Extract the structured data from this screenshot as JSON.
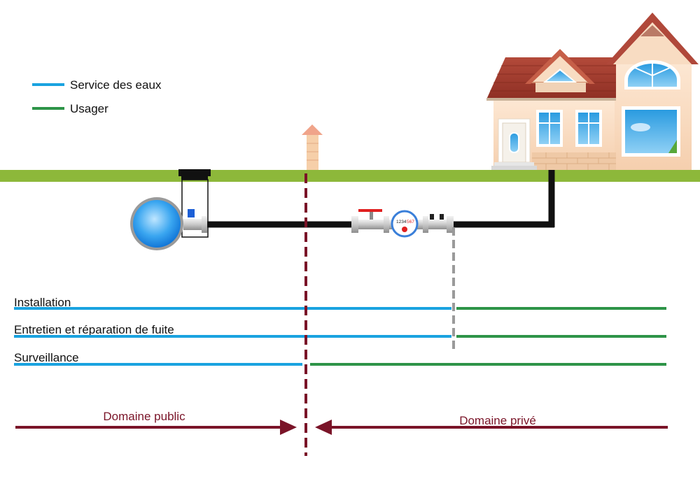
{
  "legend": {
    "items": [
      {
        "label": "Service des eaux",
        "color": "#1aa3e0"
      },
      {
        "label": "Usager",
        "color": "#2e9448"
      }
    ]
  },
  "meter": {
    "digits_black": "1234",
    "digits_red": "567"
  },
  "responsibilities": [
    {
      "label": "Installation"
    },
    {
      "label": "Entretien et réparation de fuite"
    },
    {
      "label": "Surveillance"
    }
  ],
  "domains": {
    "public": "Domaine public",
    "private": "Domaine privé"
  },
  "colors": {
    "ground": "#8db83a",
    "pipe": "#111111",
    "boundary": "#7a1428",
    "meter_divider": "#9a9a9a",
    "service": "#1aa3e0",
    "user": "#2e9448"
  }
}
